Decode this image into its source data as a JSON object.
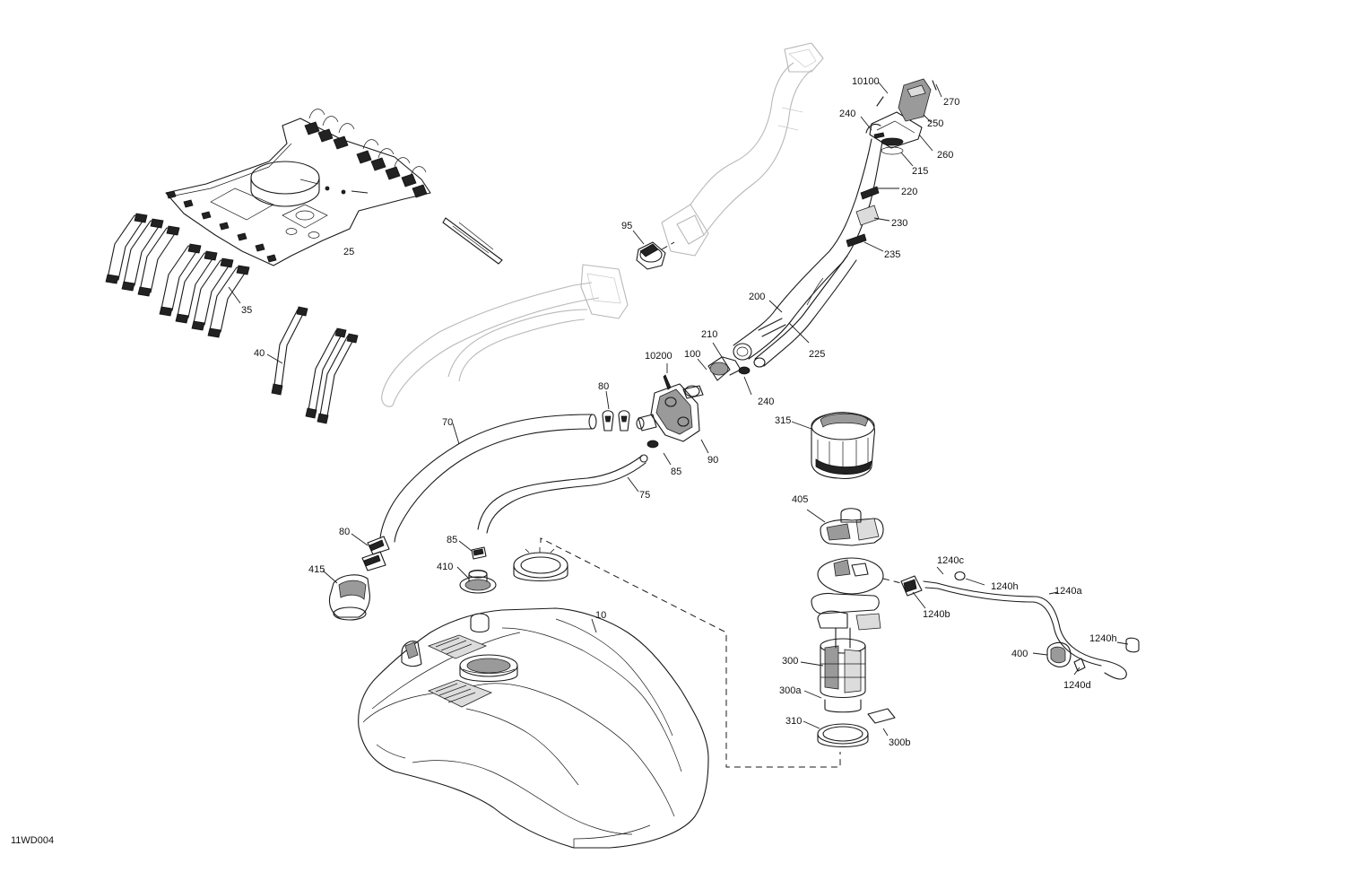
{
  "diagram_code": "11WD004",
  "callouts": [
    {
      "id": "c10",
      "text": "10"
    },
    {
      "id": "c25",
      "text": "25"
    },
    {
      "id": "c35",
      "text": "35"
    },
    {
      "id": "c40",
      "text": "40"
    },
    {
      "id": "c70",
      "text": "70"
    },
    {
      "id": "c75",
      "text": "75"
    },
    {
      "id": "c80a",
      "text": "80"
    },
    {
      "id": "c80b",
      "text": "80"
    },
    {
      "id": "c85a",
      "text": "85"
    },
    {
      "id": "c85b",
      "text": "85"
    },
    {
      "id": "c90",
      "text": "90"
    },
    {
      "id": "c95",
      "text": "95"
    },
    {
      "id": "c100",
      "text": "100"
    },
    {
      "id": "c200",
      "text": "200"
    },
    {
      "id": "c210",
      "text": "210"
    },
    {
      "id": "c215",
      "text": "215"
    },
    {
      "id": "c220",
      "text": "220"
    },
    {
      "id": "c225",
      "text": "225"
    },
    {
      "id": "c230",
      "text": "230"
    },
    {
      "id": "c235",
      "text": "235"
    },
    {
      "id": "c240a",
      "text": "240"
    },
    {
      "id": "c240b",
      "text": "240"
    },
    {
      "id": "c250",
      "text": "250"
    },
    {
      "id": "c260",
      "text": "260"
    },
    {
      "id": "c270",
      "text": "270"
    },
    {
      "id": "c300",
      "text": "300"
    },
    {
      "id": "c300a",
      "text": "300a"
    },
    {
      "id": "c300b",
      "text": "300b"
    },
    {
      "id": "c310",
      "text": "310"
    },
    {
      "id": "c315",
      "text": "315"
    },
    {
      "id": "c400",
      "text": "400"
    },
    {
      "id": "c405",
      "text": "405"
    },
    {
      "id": "c410",
      "text": "410"
    },
    {
      "id": "c415",
      "text": "415"
    },
    {
      "id": "c10100",
      "text": "10100"
    },
    {
      "id": "c10200",
      "text": "10200"
    },
    {
      "id": "c1240a",
      "text": "1240a"
    },
    {
      "id": "c1240b",
      "text": "1240b"
    },
    {
      "id": "c1240c",
      "text": "1240c"
    },
    {
      "id": "c1240d",
      "text": "1240d"
    },
    {
      "id": "c1240h1",
      "text": "1240h"
    },
    {
      "id": "c1240h2",
      "text": "1240h"
    }
  ]
}
